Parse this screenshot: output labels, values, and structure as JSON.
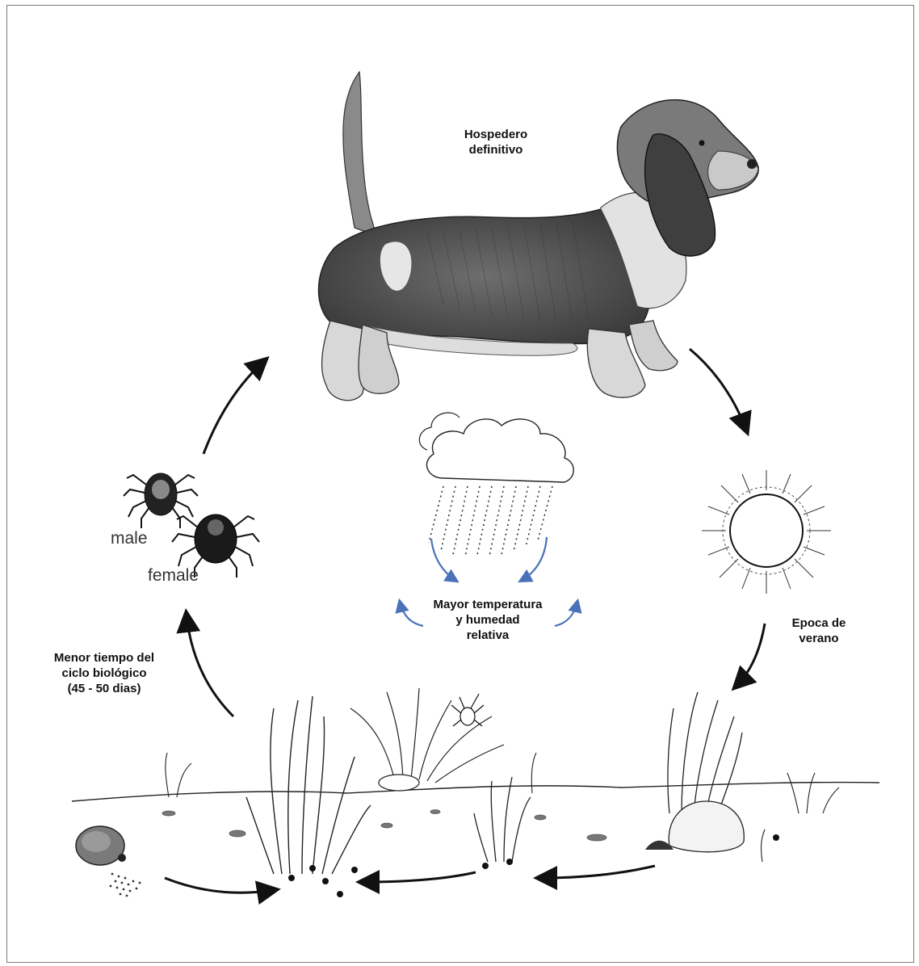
{
  "labels": {
    "host": "Hospedero\ndefinitivo",
    "climate": "Mayor temperatura\ny humedad\nrelativa",
    "summer": "Epoca de\nverano",
    "cycle": "Menor tiempo del\nciclo biológico\n(45 - 50 dias)",
    "male": "male",
    "female": "female"
  },
  "icons": {
    "host": "dog-icon",
    "cloud": "rain-cloud-icon",
    "sun": "sun-icon",
    "adults": "tick-icon",
    "engorged": "engorged-tick-icon",
    "ground": "grass-icon"
  },
  "colors": {
    "arrow": "#111111",
    "climate_arrow": "#4a72b8",
    "ink": "#222222"
  }
}
